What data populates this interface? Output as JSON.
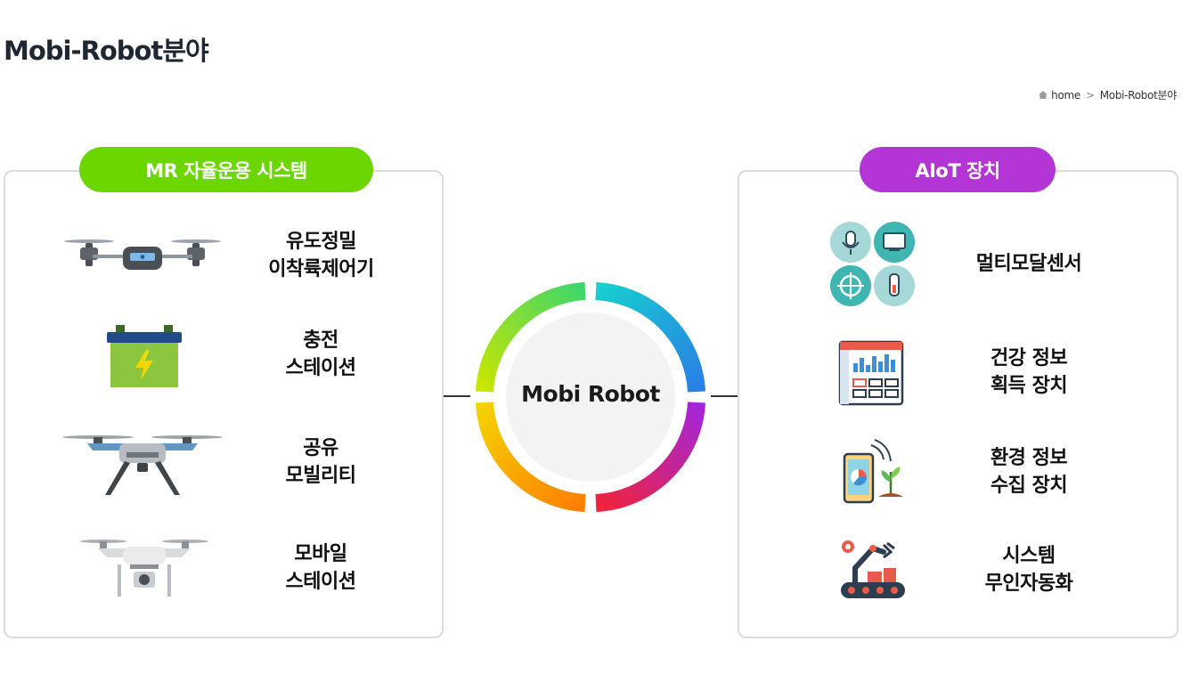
{
  "page": {
    "title": "Mobi-Robot분야"
  },
  "breadcrumb": {
    "home": "home",
    "separator": ">",
    "current": "Mobi-Robot분야"
  },
  "left_panel": {
    "title": "MR 자율운용 시스템",
    "color": "#6bd600",
    "items": [
      {
        "line1": "유도정밀",
        "line2": "이착륙제어기",
        "icon": "drone-icon"
      },
      {
        "line1": "충전",
        "line2": "스테이션",
        "icon": "battery-icon"
      },
      {
        "line1": "공유",
        "line2": "모빌리티",
        "icon": "quadcopter-icon"
      },
      {
        "line1": "모바일",
        "line2": "스테이션",
        "icon": "camera-drone-icon"
      }
    ]
  },
  "right_panel": {
    "title": "AIoT 장치",
    "color": "#b435d6",
    "items": [
      {
        "line1": "멀티모달센서",
        "line2": "",
        "icon": "multimodal-sensor-icon"
      },
      {
        "line1": "건강 정보",
        "line2": "획득 장치",
        "icon": "dashboard-icon"
      },
      {
        "line1": "환경 정보",
        "line2": "수집 장치",
        "icon": "smartphone-plant-icon"
      },
      {
        "line1": "시스템",
        "line2": "무인자동화",
        "icon": "robot-arm-icon"
      }
    ]
  },
  "center": {
    "label": "Mobi Robot"
  }
}
